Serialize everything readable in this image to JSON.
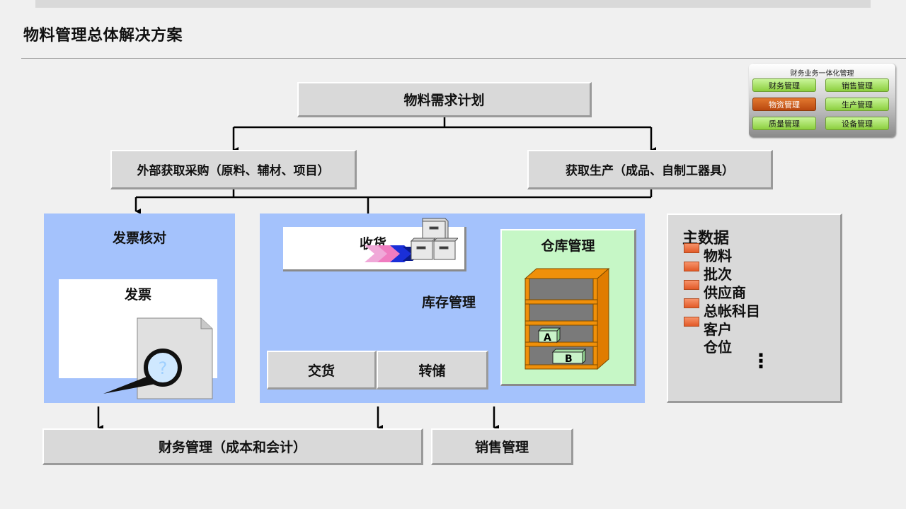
{
  "slide": {
    "title": "物料管理总体解决方案"
  },
  "nav": {
    "title": "财务业务一体化管理",
    "items": [
      {
        "label": "财务管理"
      },
      {
        "label": "销售管理"
      },
      {
        "label": "物资管理"
      },
      {
        "label": "生产管理"
      },
      {
        "label": "质量管理"
      },
      {
        "label": "设备管理"
      }
    ],
    "active_index": 2,
    "colors": {
      "button": "#a6e36a",
      "active": "#d0621f"
    }
  },
  "flow": {
    "mrp": "物料需求计划",
    "external": "外部获取采购（原料、辅材、项目）",
    "production": "获取生产（成品、自制工器具）",
    "invoice_check": "发票核对",
    "invoice": "发票",
    "receiving": "收货",
    "inventory": "库存管理",
    "warehouse": "仓库管理",
    "shelf_a": "A",
    "shelf_b": "B",
    "delivery": "交货",
    "transfer": "转储",
    "finance": "财务管理（成本和会计）",
    "sales": "销售管理"
  },
  "master_data": {
    "title": "主数据",
    "items": [
      "物料",
      "批次",
      "供应商",
      "总帐科目",
      "客户",
      "仓位"
    ],
    "ellipsis": "⋮"
  },
  "icons": {
    "magnifier": "magnifier-icon",
    "document": "document-icon",
    "boxes": "boxes-icon",
    "arrows": "chevron-arrows-icon",
    "shelf": "shelf-icon"
  },
  "colors": {
    "panel_blue": "#a4c2fc",
    "panel_green": "#c6f7c6",
    "box_gray": "#d9d9d9",
    "shelf_orange": "#f0900a"
  }
}
